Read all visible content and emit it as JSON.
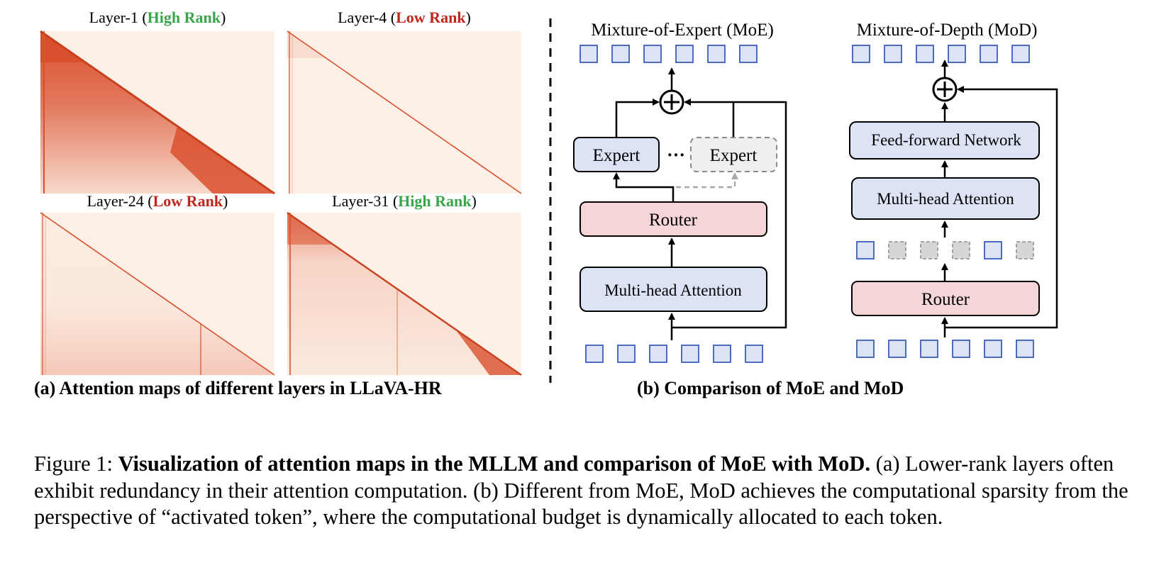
{
  "panel_a": {
    "maps": [
      {
        "prefix": "Layer-1 (",
        "rank": "High Rank",
        "suffix": ")",
        "rank_type": "high"
      },
      {
        "prefix": "Layer-4 (",
        "rank": "Low Rank",
        "suffix": ")",
        "rank_type": "low"
      },
      {
        "prefix": "Layer-24 (",
        "rank": "Low Rank",
        "suffix": ")",
        "rank_type": "low"
      },
      {
        "prefix": "Layer-31 (",
        "rank": "High Rank",
        "suffix": ")",
        "rank_type": "high"
      }
    ],
    "caption": "(a) Attention maps of different layers in LLaVA-HR"
  },
  "panel_b": {
    "moe": {
      "title": "Mixture-of-Expert (MoE)",
      "expert_label": "Expert",
      "expert_inactive_label": "Expert",
      "ellipsis": "···",
      "router_label": "Router",
      "attention_label": "Multi-head Attention"
    },
    "mod": {
      "title": "Mixture-of-Depth (MoD)",
      "ffn_label": "Feed-forward Network",
      "attention_label": "Multi-head Attention",
      "router_label": "Router",
      "token_pattern": [
        "active",
        "skipped",
        "skipped",
        "skipped",
        "active",
        "skipped"
      ]
    },
    "caption": "(b) Comparison of MoE and MoD"
  },
  "caption": {
    "label": "Figure 1:",
    "bold": "Visualization of attention maps in the MLLM and comparison of MoE with MoD.",
    "text": "(a) Lower-rank layers often exhibit redundancy in their attention computation. (b) Different from MoE, MoD achieves the computational sparsity from the perspective of “activated token”, where the computational budget is dynamically allocated to each token."
  },
  "colors": {
    "heat": "#d9502e",
    "heat_bg": "#fdf0e6",
    "block_blue": "#dbe3f5",
    "block_pink": "#f6d5d8",
    "block_gray": "#efefef",
    "token_blue": "#3d5dbb",
    "high_rank": "#3aa64b",
    "low_rank": "#c0281e"
  }
}
